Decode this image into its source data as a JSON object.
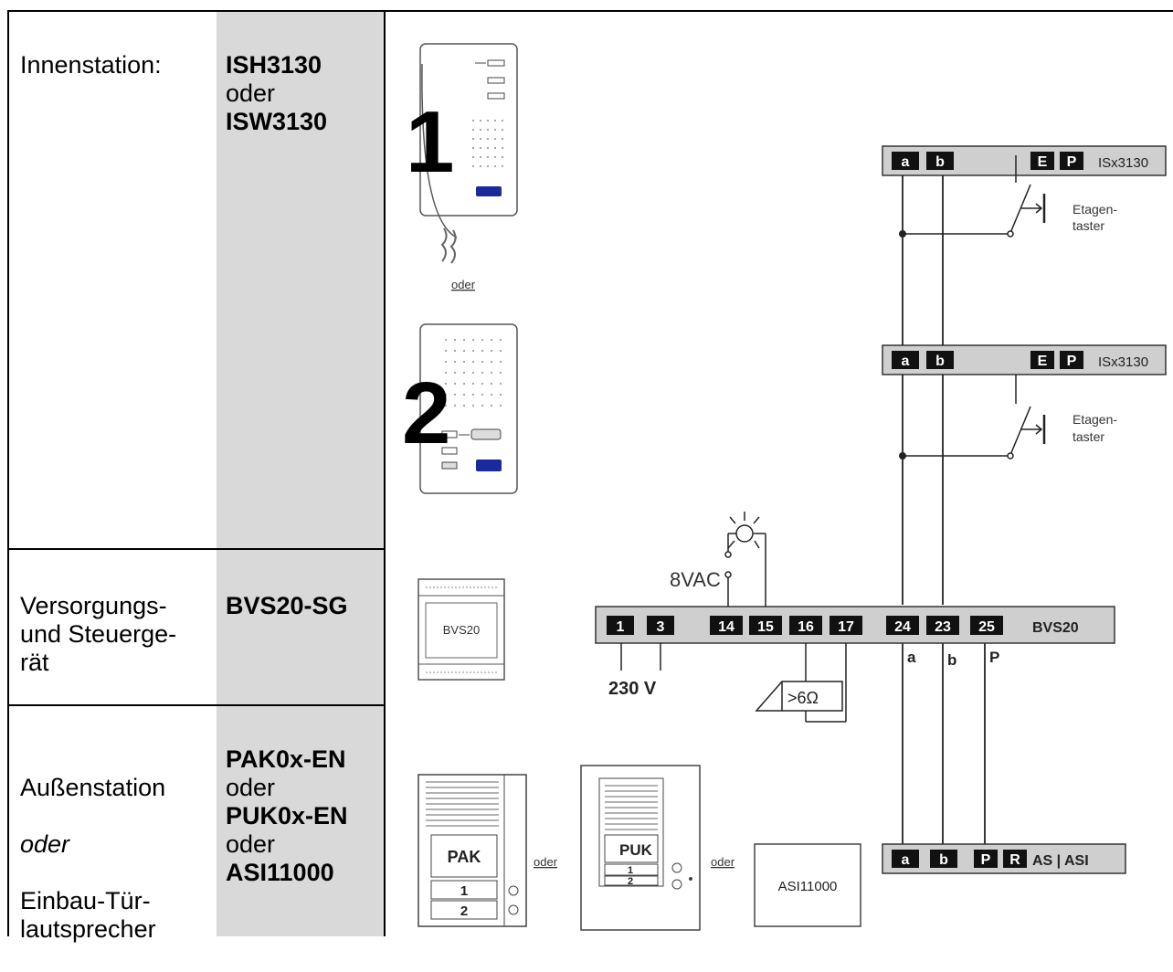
{
  "rows": [
    {
      "label": "Innenstation:",
      "models": [
        {
          "text": "ISH3130",
          "bold": true
        },
        {
          "text": "oder",
          "bold": false
        },
        {
          "text": "ISW3130",
          "bold": true
        }
      ]
    },
    {
      "label": "Versorgungs-\nund Steuerge-\nrät",
      "models": [
        {
          "text": "BVS20-SG",
          "bold": true
        }
      ]
    },
    {
      "label": "Außenstation",
      "label_italic": "oder",
      "label_rest": "Einbau-Tür-\nlautsprecher",
      "models": [
        {
          "text": "PAK0x-EN",
          "bold": true
        },
        {
          "text": "oder",
          "bold": false
        },
        {
          "text": "PUK0x-EN",
          "bold": true
        },
        {
          "text": "oder",
          "bold": false
        },
        {
          "text": "ASI11000",
          "bold": true
        }
      ]
    }
  ],
  "diagram": {
    "handset_number": "1",
    "handsfree_number": "2",
    "oder_under_handset": "oder",
    "bvs20_label": "BVS20",
    "stations": [
      {
        "terminals": [
          "a",
          "b",
          "E",
          "P"
        ],
        "name": "ISx3130",
        "switch_label_1": "Etagen-",
        "switch_label_2": "taster"
      },
      {
        "terminals": [
          "a",
          "b",
          "E",
          "P"
        ],
        "name": "ISx3130",
        "switch_label_1": "Etagen-",
        "switch_label_2": "taster"
      }
    ],
    "bvs_bar": {
      "terminals": [
        "1",
        "3",
        "14",
        "15",
        "16",
        "17",
        "24",
        "23",
        "25"
      ],
      "name": "BVS20"
    },
    "vac_label": "8VAC",
    "voltage_label": "230 V",
    "resistor_label": ">6Ω",
    "wire_labels": [
      "a",
      "b",
      "P"
    ],
    "door_bar": {
      "terminals": [
        "a",
        "b",
        "P",
        "R"
      ],
      "name": "AS | ASI"
    },
    "pak_label": "PAK",
    "puk_label": "PUK",
    "asi_label": "ASI11000",
    "button_labels": [
      "1",
      "2"
    ],
    "oder_1": "oder",
    "oder_2": "oder"
  },
  "colors": {
    "grey_cell": "#d9d9d9",
    "bar_fill": "#cfcfcf",
    "terminal_fill": "#111111",
    "led_blue": "#1a2a9a"
  }
}
